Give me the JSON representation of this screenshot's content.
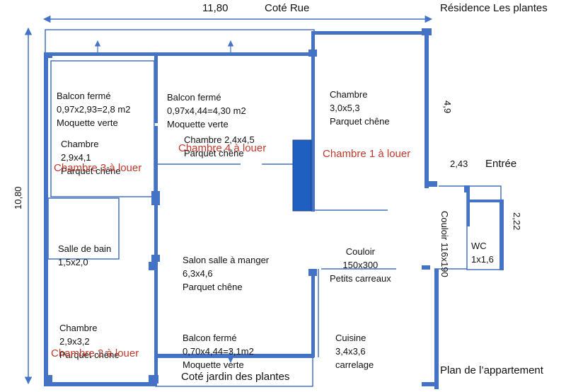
{
  "title": "Plan de l’appartement",
  "residence": "Résidence Les plantes",
  "street_side": "Coté Rue",
  "garden_side": "Coté jardin des plantes",
  "entrance": "Entrée",
  "dimensions": {
    "width_top": "11,80",
    "height_left": "10,80",
    "right_top": "4,9",
    "entrance_width": "2,43",
    "wc_height": "2,22"
  },
  "rooms": {
    "balcon_left": [
      "Balcon fermé",
      "0,97x2,93=2,8 m2",
      "Moquette verte"
    ],
    "balcon_middle": [
      "Balcon fermé",
      "0,97x4,44=4,30 m2",
      "Moquette verte"
    ],
    "chambre_right_top": [
      "Chambre",
      "3,0x5,3",
      "Parquet chêne"
    ],
    "chambre_left_top": [
      "Chambre",
      "2,9x4,1",
      "Parquet chêne"
    ],
    "chambre_middle": [
      "Chambre 2,4x4,5",
      "Parquet chêne"
    ],
    "salle_de_bain": [
      "Salle de bain",
      "1,5x2,0"
    ],
    "salon": [
      "Salon salle à manger",
      "6,3x4,6",
      "Parquet chêne"
    ],
    "couloir_main": [
      "Couloir",
      "150x300",
      "Petits carreaux"
    ],
    "couloir_small": "Couloir 116x190",
    "wc": [
      "WC",
      "1x1,6"
    ],
    "chambre_left_bottom": [
      "Chambre",
      "2,9x3,2",
      "Parquet chêne"
    ],
    "balcon_bottom": [
      "Balcon fermé",
      "0,70x4,44=3,1m2",
      "Moquette verte"
    ],
    "cuisine": [
      "Cuisine",
      "3,4x3,6",
      "carrelage"
    ]
  },
  "rent_labels": {
    "chambre_1": "Chambre 1 à louer",
    "chambre_2": "Chambre 2 à louer",
    "chambre_3": "Chambre 3 à louer",
    "chambre_4": "Chambre 4 à louer"
  },
  "colors": {
    "wall": "#4472c4",
    "door_block": "#1f5fbf",
    "rent_text": "#c0392b",
    "text": "#111111"
  }
}
